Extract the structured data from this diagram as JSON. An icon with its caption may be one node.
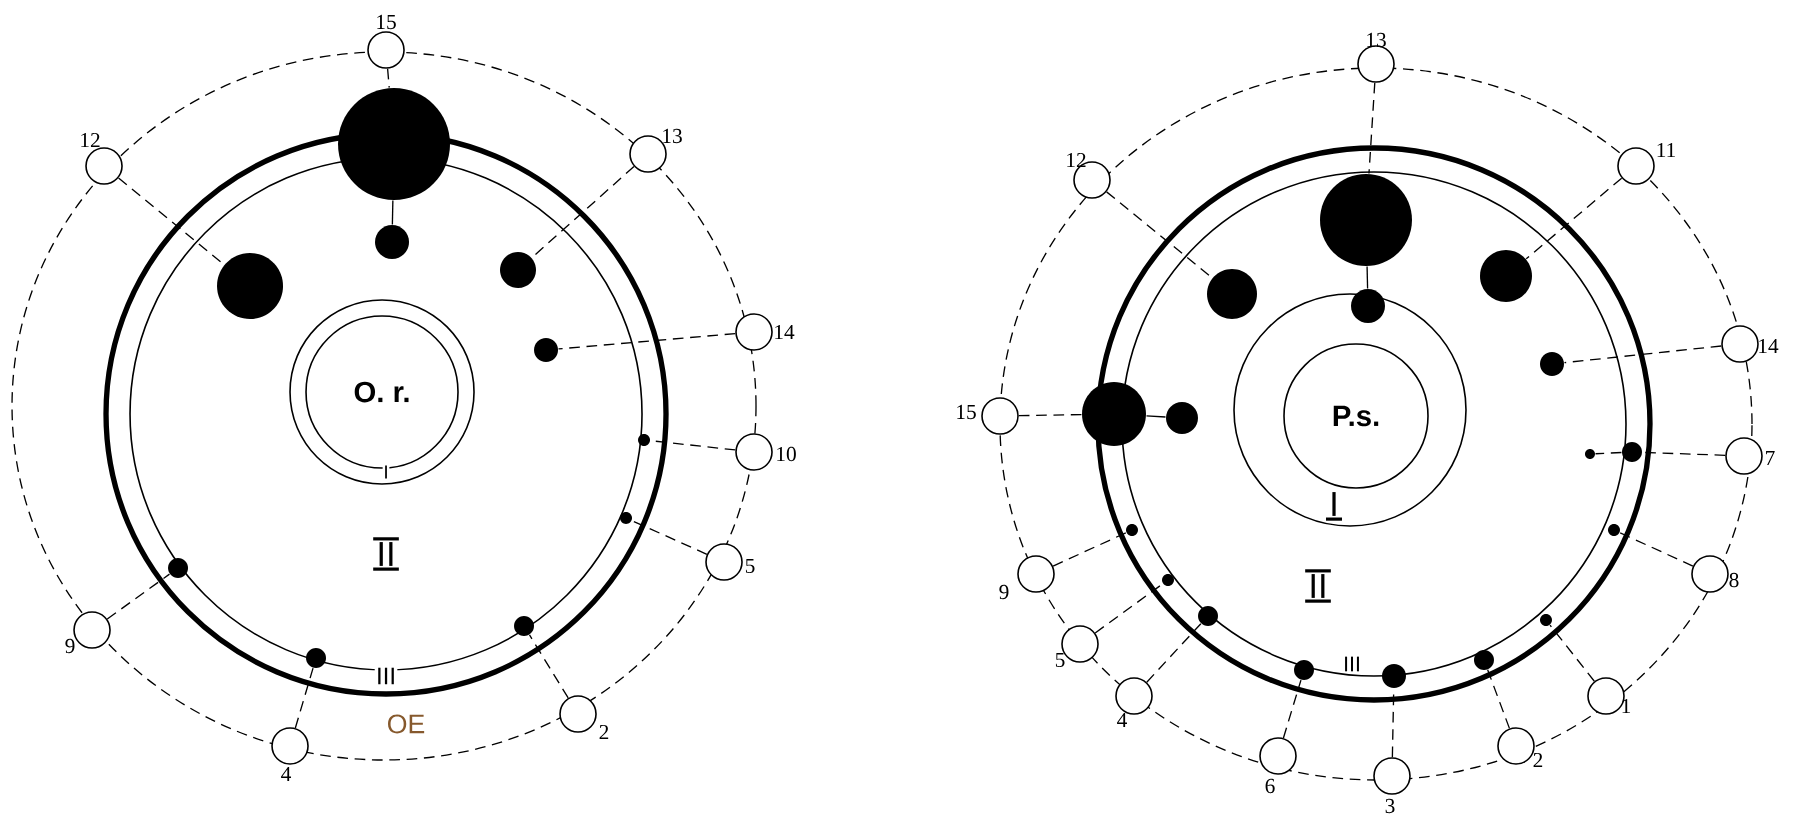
{
  "diagram": {
    "nodes": [
      {
        "text": [
          "O. r."
        ]
      },
      {
        "text": [],
        "shape": "circle",
        "beside": [
          "15"
        ]
      },
      {
        "text": [],
        "shape": "circle",
        "beside": [
          "12"
        ]
      },
      {
        "text": [],
        "shape": "circle",
        "beside": [
          "13"
        ]
      },
      {
        "text": [],
        "shape": "circle",
        "beside": [
          "14"
        ]
      },
      {
        "text": [],
        "shape": "circle",
        "beside": [
          "10"
        ]
      },
      {
        "text": [],
        "shape": "circle",
        "beside": [
          "5"
        ]
      },
      {
        "text": [],
        "shape": "circle",
        "beside": [
          "2"
        ]
      },
      {
        "text": [],
        "shape": "circle",
        "beside": [
          "4"
        ]
      },
      {
        "text": [],
        "shape": "circle",
        "beside": [
          "9"
        ]
      },
      {
        "text": [],
        "shape": "circle"
      },
      {
        "text": [],
        "shape": "circle"
      },
      {
        "text": [],
        "shape": "circle"
      },
      {
        "text": [],
        "shape": "circle"
      },
      {
        "text": [],
        "shape": "circle"
      },
      {
        "text": [],
        "shape": "circle"
      },
      {
        "text": [],
        "shape": "circle"
      },
      {
        "text": [],
        "shape": "circle"
      },
      {
        "text": [],
        "shape": "circle"
      },
      {
        "text": [],
        "shape": "circle"
      },
      {
        "text": [
          "P.s."
        ]
      },
      {
        "text": [],
        "shape": "circle",
        "beside": [
          "13"
        ]
      },
      {
        "text": [],
        "shape": "circle",
        "beside": [
          "12"
        ]
      },
      {
        "text": [],
        "shape": "circle",
        "beside": [
          "11"
        ]
      },
      {
        "text": [],
        "shape": "circle",
        "beside": [
          "14"
        ]
      },
      {
        "text": [],
        "shape": "circle",
        "beside": [
          "15"
        ]
      },
      {
        "text": [],
        "shape": "circle",
        "beside": [
          "7"
        ]
      },
      {
        "text": [],
        "shape": "circle",
        "beside": [
          "8"
        ]
      },
      {
        "text": [],
        "shape": "circle",
        "beside": [
          "9"
        ]
      },
      {
        "text": [],
        "shape": "circle",
        "beside": [
          "5"
        ]
      },
      {
        "text": [],
        "shape": "circle",
        "beside": [
          "1"
        ]
      },
      {
        "text": [],
        "shape": "circle",
        "beside": [
          "4"
        ]
      },
      {
        "text": [],
        "shape": "circle",
        "beside": [
          "2"
        ]
      },
      {
        "text": [],
        "shape": "circle",
        "beside": [
          "6"
        ]
      },
      {
        "text": [],
        "shape": "circle",
        "beside": [
          "3"
        ]
      },
      {
        "text": [],
        "shape": "circle"
      },
      {
        "text": [],
        "shape": "circle"
      },
      {
        "text": [],
        "shape": "circle"
      },
      {
        "text": [],
        "shape": "circle"
      },
      {
        "text": [],
        "shape": "circle"
      },
      {
        "text": [],
        "shape": "circle"
      },
      {
        "text": [],
        "shape": "circle"
      },
      {
        "text": [],
        "shape": "circle"
      },
      {
        "text": [],
        "shape": "circle"
      },
      {
        "text": [],
        "shape": "circle"
      },
      {
        "text": [],
        "shape": "circle"
      },
      {
        "text": [],
        "shape": "circle"
      },
      {
        "text": [],
        "shape": "circle"
      },
      {
        "text": [],
        "shape": "circle"
      },
      {
        "text": [],
        "shape": "circle"
      },
      {
        "text": [],
        "shape": "circle"
      },
      {
        "text": [],
        "shape": "circle"
      }
    ],
    "edges": [
      {
        "from": 1,
        "to": 10,
        "arrow": "none",
        "style": "dashed"
      },
      {
        "from": 10,
        "to": 11,
        "arrow": "none"
      },
      {
        "from": 2,
        "to": 12,
        "arrow": "none",
        "style": "dashed"
      },
      {
        "from": 3,
        "to": 13,
        "arrow": "none",
        "style": "dashed"
      },
      {
        "from": 4,
        "to": 14,
        "arrow": "none",
        "style": "dashed"
      },
      {
        "from": 5,
        "to": 15,
        "arrow": "none",
        "style": "dashed"
      },
      {
        "from": 6,
        "to": 16,
        "arrow": "none",
        "style": "dashed"
      },
      {
        "from": 7,
        "to": 17,
        "arrow": "none",
        "style": "dashed"
      },
      {
        "from": 8,
        "to": 18,
        "arrow": "none",
        "style": "dashed"
      },
      {
        "from": 9,
        "to": 19,
        "arrow": "none",
        "style": "dashed"
      },
      {
        "from": 21,
        "to": 35,
        "arrow": "none",
        "style": "dashed"
      },
      {
        "from": 35,
        "to": 36,
        "arrow": "none"
      },
      {
        "from": 22,
        "to": 37,
        "arrow": "none",
        "style": "dashed"
      },
      {
        "from": 23,
        "to": 38,
        "arrow": "none",
        "style": "dashed"
      },
      {
        "from": 24,
        "to": 39,
        "arrow": "none",
        "style": "dashed"
      },
      {
        "from": 25,
        "to": 40,
        "arrow": "none",
        "style": "dashed"
      },
      {
        "from": 40,
        "to": 41,
        "arrow": "none"
      },
      {
        "from": 26,
        "to": 43,
        "arrow": "none",
        "style": "dashed"
      },
      {
        "from": 43,
        "to": 42,
        "arrow": "none",
        "style": "dashed"
      },
      {
        "from": 27,
        "to": 44,
        "arrow": "none",
        "style": "dashed"
      },
      {
        "from": 28,
        "to": 45,
        "arrow": "none",
        "style": "dashed"
      },
      {
        "from": 29,
        "to": 46,
        "arrow": "none",
        "style": "dashed"
      },
      {
        "from": 30,
        "to": 47,
        "arrow": "none",
        "style": "dashed"
      },
      {
        "from": 31,
        "to": 48,
        "arrow": "none",
        "style": "dashed"
      },
      {
        "from": 32,
        "to": 49,
        "arrow": "none",
        "style": "dashed"
      },
      {
        "from": 33,
        "to": 50,
        "arrow": "none",
        "style": "dashed"
      },
      {
        "from": 34,
        "to": 51,
        "arrow": "none",
        "style": "dashed"
      }
    ],
    "labels": [
      "I",
      "II",
      "III",
      "OE",
      "I",
      "II",
      "III"
    ]
  }
}
